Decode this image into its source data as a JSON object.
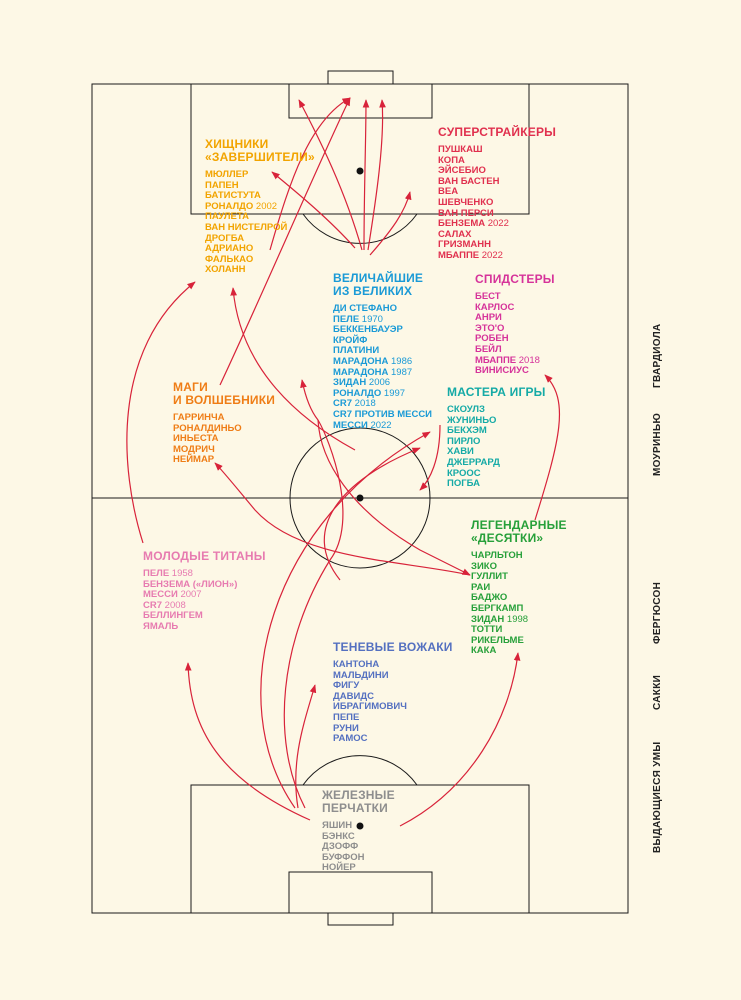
{
  "colors": {
    "background": "#fdf8e6",
    "lines": "#1a1a1a",
    "arrows": "#d8233a"
  },
  "groups": {
    "predators": {
      "title": [
        "ХИЩНИКИ",
        "«ЗАВЕРШИТЕЛИ»"
      ],
      "color": "#f2a400",
      "items": [
        {
          "name": "МЮЛЛЕР",
          "year": ""
        },
        {
          "name": "ПАПЕН",
          "year": ""
        },
        {
          "name": "БАТИСТУТА",
          "year": ""
        },
        {
          "name": "РОНАЛДО",
          "year": "2002"
        },
        {
          "name": "ПАУЛЕТА",
          "year": ""
        },
        {
          "name": "ВАН НИСТЕЛРОЙ",
          "year": ""
        },
        {
          "name": "ДРОГБА",
          "year": ""
        },
        {
          "name": "АДРИАНО",
          "year": ""
        },
        {
          "name": "ФАЛЬКАО",
          "year": ""
        },
        {
          "name": "ХОЛАНН",
          "year": ""
        }
      ]
    },
    "superstrikers": {
      "title": [
        "СУПЕРСТРАЙКЕРЫ"
      ],
      "color": "#e0304e",
      "items": [
        {
          "name": "ПУШКАШ",
          "year": ""
        },
        {
          "name": "КОПА",
          "year": ""
        },
        {
          "name": "ЭЙСЕБИО",
          "year": ""
        },
        {
          "name": "ВАН БАСТЕН",
          "year": ""
        },
        {
          "name": "ВЕА",
          "year": ""
        },
        {
          "name": "ШЕВЧЕНКО",
          "year": ""
        },
        {
          "name": "ВАН ПЕРСИ",
          "year": ""
        },
        {
          "name": "БЕНЗЕМА",
          "year": "2022"
        },
        {
          "name": "САЛАХ",
          "year": ""
        },
        {
          "name": "ГРИЗМАНН",
          "year": ""
        },
        {
          "name": "МБАППЕ",
          "year": "2022"
        }
      ]
    },
    "greatest": {
      "title": [
        "ВЕЛИЧАЙШИЕ",
        "ИЗ ВЕЛИКИХ"
      ],
      "color": "#1a9ad6",
      "items": [
        {
          "name": "ДИ СТЕФАНО",
          "year": ""
        },
        {
          "name": "ПЕЛЕ",
          "year": "1970"
        },
        {
          "name": "БЕККЕНБАУЭР",
          "year": ""
        },
        {
          "name": "КРОЙФ",
          "year": ""
        },
        {
          "name": "ПЛАТИНИ",
          "year": ""
        },
        {
          "name": "МАРАДОНА",
          "year": "1986"
        },
        {
          "name": "МАРАДОНА",
          "year": "1987"
        },
        {
          "name": "ЗИДАН",
          "year": "2006"
        },
        {
          "name": "РОНАЛДО",
          "year": "1997"
        },
        {
          "name": "CR7",
          "year": "2018"
        },
        {
          "name": "CR7 ПРОТИВ МЕССИ",
          "year": ""
        },
        {
          "name": "МЕССИ",
          "year": "2022"
        }
      ]
    },
    "speedsters": {
      "title": [
        "СПИДСТЕРЫ"
      ],
      "color": "#d6339a",
      "items": [
        {
          "name": "БЕСТ",
          "year": ""
        },
        {
          "name": "КАРЛОС",
          "year": ""
        },
        {
          "name": "АНРИ",
          "year": ""
        },
        {
          "name": "ЭТО'О",
          "year": ""
        },
        {
          "name": "РОБЕН",
          "year": ""
        },
        {
          "name": "БЕЙЛ",
          "year": ""
        },
        {
          "name": "МБАППЕ",
          "year": "2018"
        },
        {
          "name": "ВИНИСИУС",
          "year": ""
        }
      ]
    },
    "magicians": {
      "title": [
        "МАГИ",
        "И ВОЛШЕБНИКИ"
      ],
      "color": "#ef7d16",
      "items": [
        {
          "name": "ГАРРИНЧА",
          "year": ""
        },
        {
          "name": "РОНАЛДИНЬО",
          "year": ""
        },
        {
          "name": "ИНЬЕСТА",
          "year": ""
        },
        {
          "name": "МОДРИЧ",
          "year": ""
        },
        {
          "name": "НЕЙМАР",
          "year": ""
        }
      ]
    },
    "playmakers": {
      "title": [
        "МАСТЕРА ИГРЫ"
      ],
      "color": "#15aaa6",
      "items": [
        {
          "name": "СКОУЛЗ",
          "year": ""
        },
        {
          "name": "ЖУНИНЬО",
          "year": ""
        },
        {
          "name": "БЕКХЭМ",
          "year": ""
        },
        {
          "name": "ПИРЛО",
          "year": ""
        },
        {
          "name": "ХАВИ",
          "year": ""
        },
        {
          "name": "ДЖЕРРАРД",
          "year": ""
        },
        {
          "name": "КРООС",
          "year": ""
        },
        {
          "name": "ПОГБА",
          "year": ""
        }
      ]
    },
    "tens": {
      "title": [
        "ЛЕГЕНДАРНЫЕ",
        "«ДЕСЯТКИ»"
      ],
      "color": "#27a03a",
      "items": [
        {
          "name": "ЧАРЛЬТОН",
          "year": ""
        },
        {
          "name": "ЗИКО",
          "year": ""
        },
        {
          "name": "ГУЛЛИТ",
          "year": ""
        },
        {
          "name": "РАИ",
          "year": ""
        },
        {
          "name": "БАДЖО",
          "year": ""
        },
        {
          "name": "БЕРГКАМП",
          "year": ""
        },
        {
          "name": "ЗИДАН",
          "year": "1998"
        },
        {
          "name": "ТОТТИ",
          "year": ""
        },
        {
          "name": "РИКЕЛЬМЕ",
          "year": ""
        },
        {
          "name": "КАКА",
          "year": ""
        }
      ]
    },
    "titans": {
      "title": [
        "МОЛОДЫЕ ТИТАНЫ"
      ],
      "color": "#e77bb0",
      "items": [
        {
          "name": "ПЕЛЕ",
          "year": "1958"
        },
        {
          "name": "БЕНЗЕМА («ЛИОН»)",
          "year": ""
        },
        {
          "name": "МЕССИ",
          "year": "2007"
        },
        {
          "name": "CR7",
          "year": "2008"
        },
        {
          "name": "БЕЛЛИНГЕМ",
          "year": ""
        },
        {
          "name": "ЯМАЛЬ",
          "year": ""
        }
      ]
    },
    "shadow": {
      "title": [
        "ТЕНЕВЫЕ ВОЖАКИ"
      ],
      "color": "#5470c0",
      "items": [
        {
          "name": "КАНТОНА",
          "year": ""
        },
        {
          "name": "МАЛЬДИНИ",
          "year": ""
        },
        {
          "name": "ФИГУ",
          "year": ""
        },
        {
          "name": "ДАВИДС",
          "year": ""
        },
        {
          "name": "ИБРАГИМОВИЧ",
          "year": ""
        },
        {
          "name": "ПЕПЕ",
          "year": ""
        },
        {
          "name": "РУНИ",
          "year": ""
        },
        {
          "name": "РАМОС",
          "year": ""
        }
      ]
    },
    "iron": {
      "title": [
        "ЖЕЛЕЗНЫЕ",
        "ПЕРЧАТКИ"
      ],
      "color": "#8e8e8e",
      "items": [
        {
          "name": "ЯШИН",
          "year": ""
        },
        {
          "name": "БЭНКС",
          "year": ""
        },
        {
          "name": "ДЗОФФ",
          "year": ""
        },
        {
          "name": "БУФФОН",
          "year": ""
        },
        {
          "name": "НОЙЕР",
          "year": ""
        }
      ]
    }
  },
  "sidebar": {
    "outstanding_minds": "ВЫДАЮЩИЕСЯ УМЫ",
    "sacchi": "САККИ",
    "ferguson": "ФЕРГЮСОН",
    "mourinho": "МОУРИНЬЮ",
    "guardiola": "ГВАРДИОЛА"
  }
}
